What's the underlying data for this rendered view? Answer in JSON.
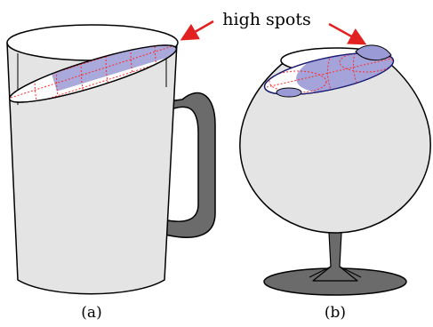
{
  "annotation": "high spots",
  "captions": {
    "a": "(a)",
    "b": "(b)"
  },
  "colors": {
    "vessel_fill": "#e4e4e4",
    "outline": "#000000",
    "handle": "#6b6b6b",
    "high_spot": "#9a9ad6",
    "rim_line": "#1a1a7a",
    "grid": "#ff2a2a",
    "arrow": "#e32020"
  }
}
